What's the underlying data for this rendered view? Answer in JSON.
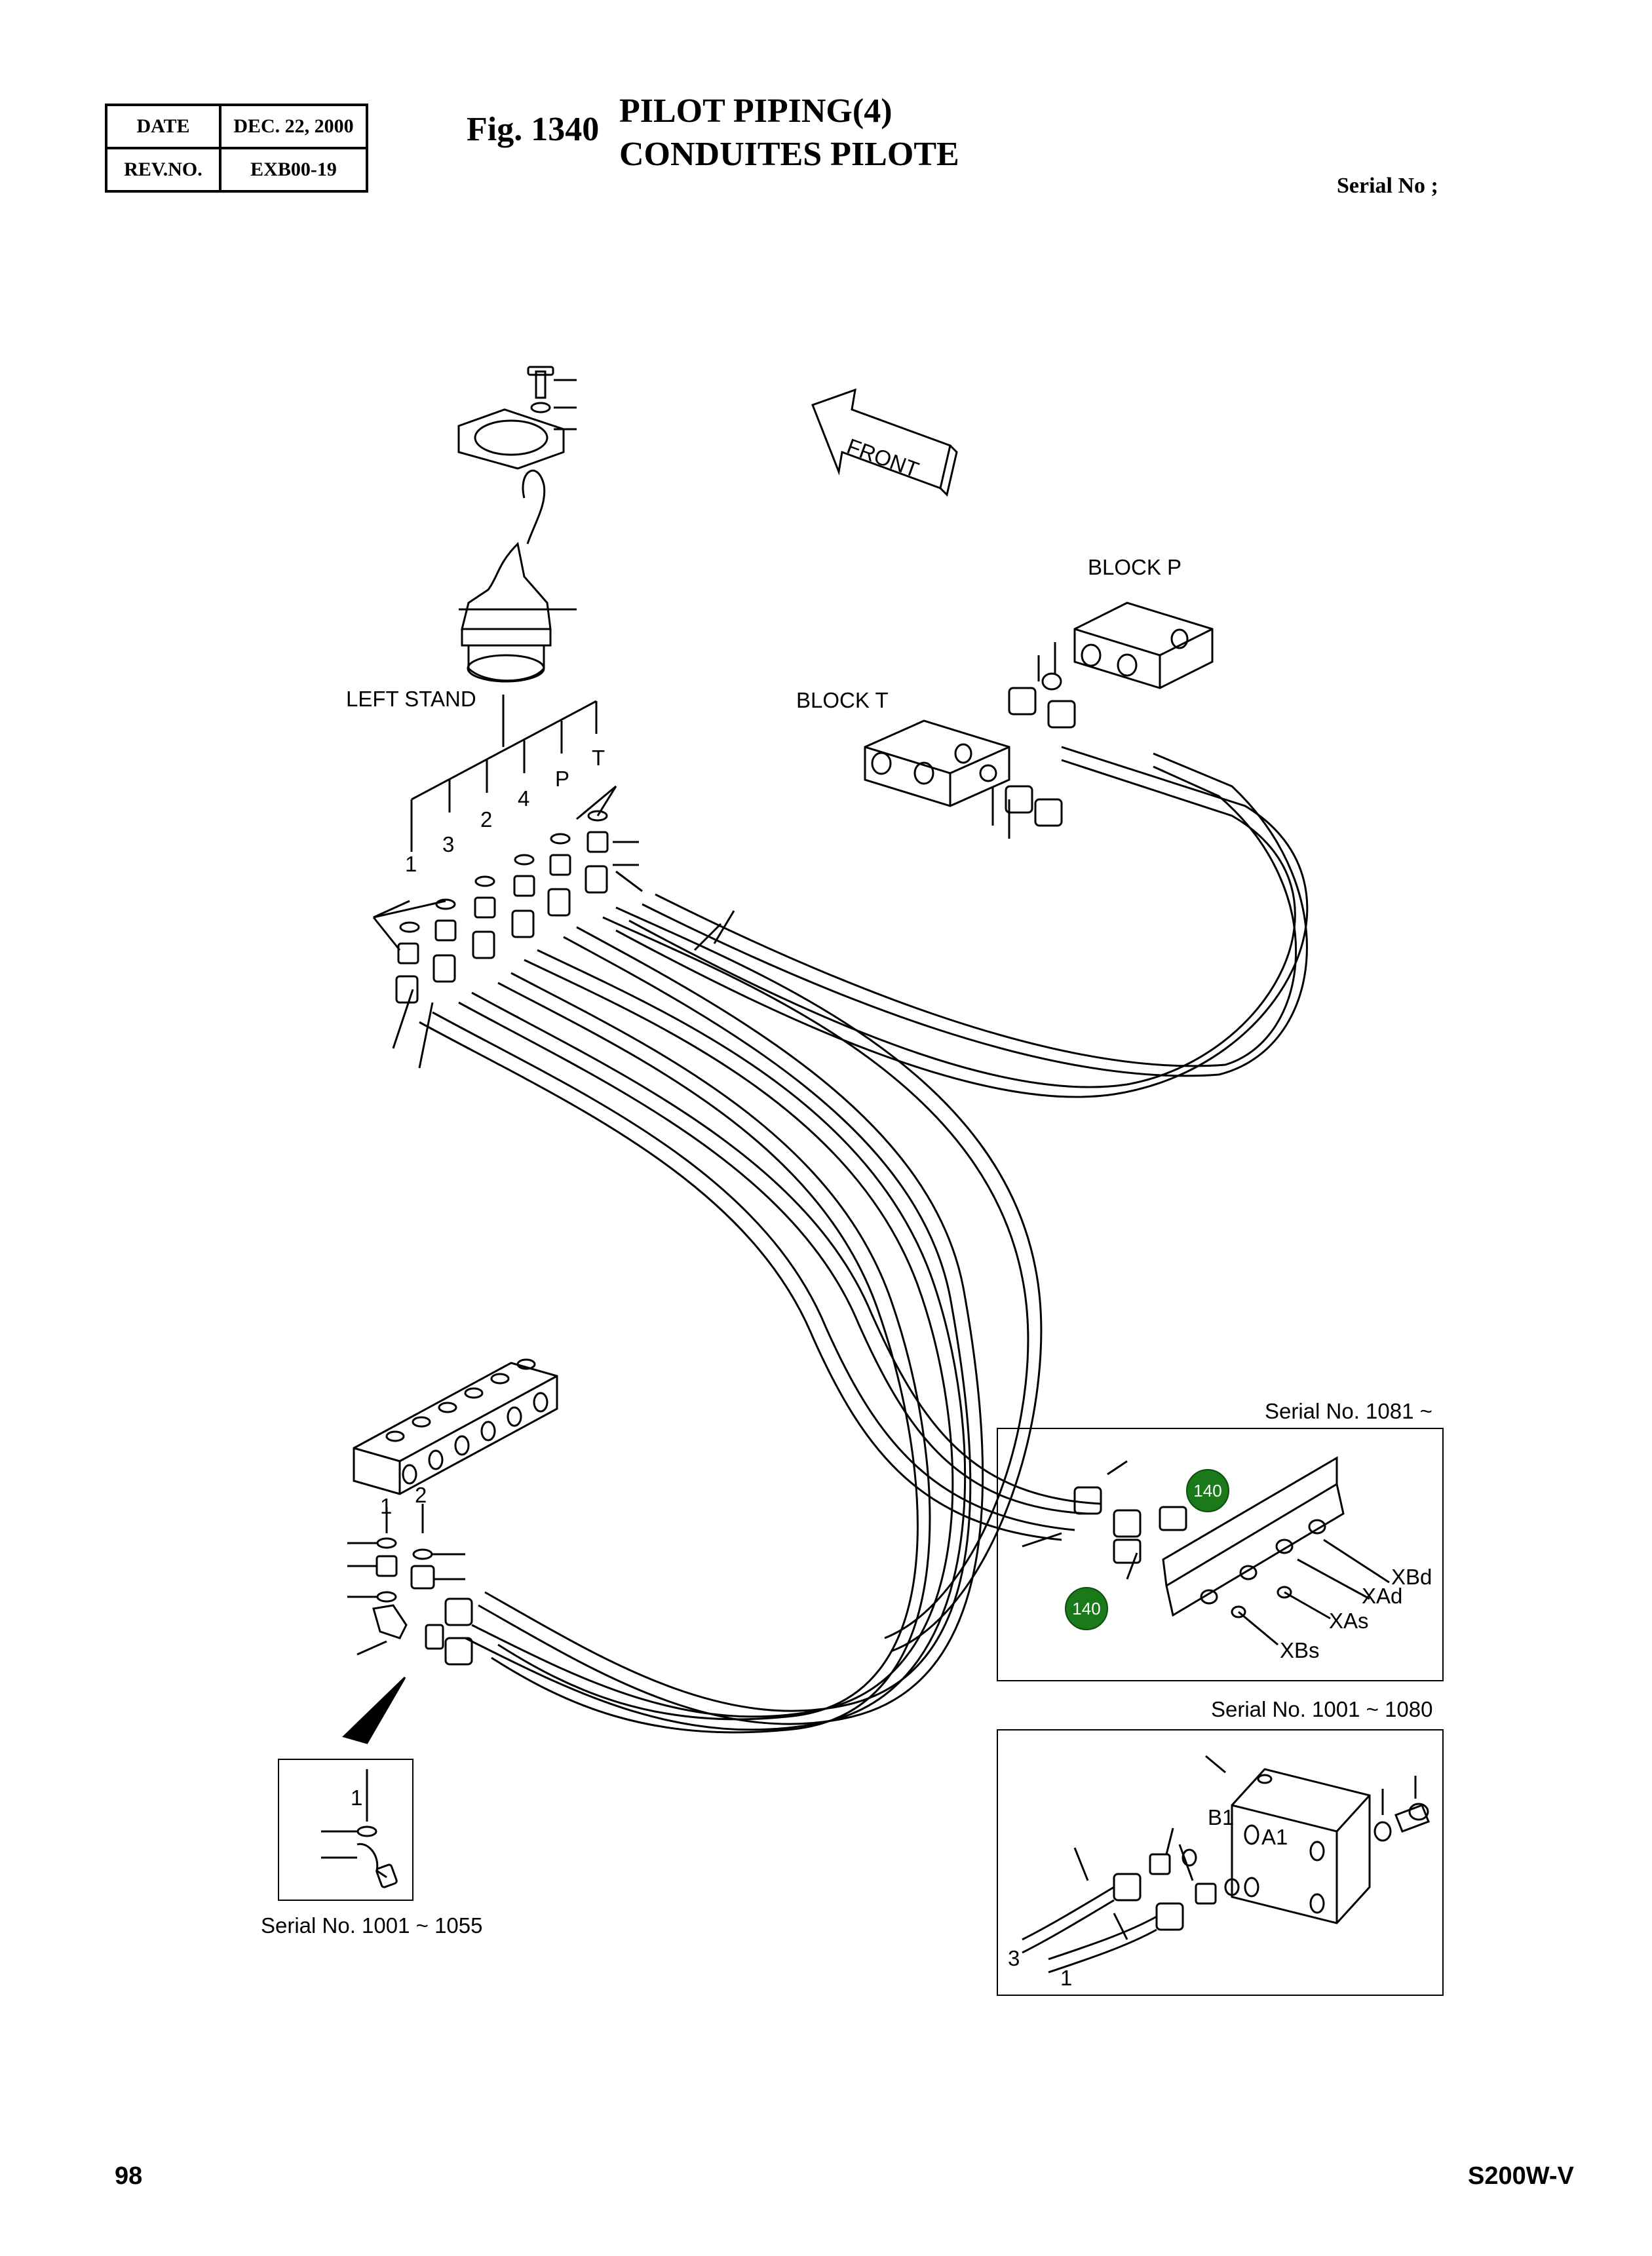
{
  "header": {
    "date_label": "DATE",
    "date_value": "DEC. 22, 2000",
    "rev_label": "REV.NO.",
    "rev_value": "EXB00-19",
    "fig_number": "Fig. 1340",
    "title_en": "PILOT PIPING(4)",
    "title_fr": "CONDUITES PILOTE",
    "serial_no": "Serial No ;"
  },
  "diagram": {
    "front": "FRONT",
    "left_stand": "LEFT STAND",
    "block_p": "BLOCK P",
    "block_t": "BLOCK T",
    "ports_top": {
      "p1": "1",
      "p3": "3",
      "p2": "2",
      "p4": "4",
      "pP": "P",
      "pT": "T"
    },
    "ports_bottom": {
      "p1": "1",
      "p2": "2"
    },
    "inset_left": {
      "port1": "1",
      "caption": "Serial No. 1001 ~ 1055"
    },
    "inset_right_top": {
      "caption": "Serial No. 1081 ~",
      "badge_top": "140",
      "badge_bottom": "140",
      "xbd": "XBd",
      "xad": "XAd",
      "xas": "XAs",
      "xbs": "XBs"
    },
    "inset_right_bottom": {
      "caption": "Serial No. 1001 ~ 1080",
      "b1": "B1",
      "a1": "A1",
      "h3": "3",
      "h1": "1"
    },
    "badge_color": "#1a7a1a"
  },
  "footer": {
    "page_number": "98",
    "model": "S200W-V"
  }
}
